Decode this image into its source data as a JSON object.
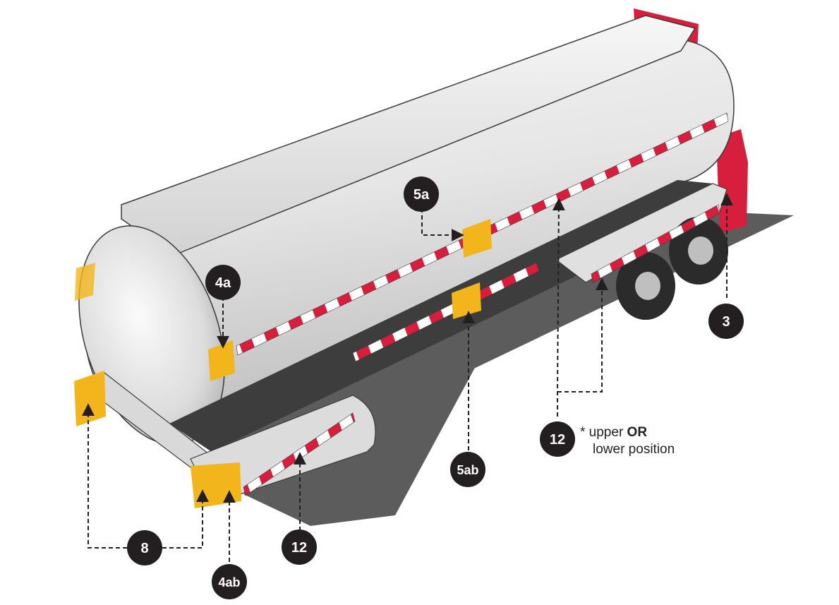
{
  "callouts": [
    {
      "label": "3"
    },
    {
      "label": "4a"
    },
    {
      "label": "4ab"
    },
    {
      "label": "5a"
    },
    {
      "label": "5ab"
    },
    {
      "label": "8"
    },
    {
      "label": "12"
    },
    {
      "label": "12"
    }
  ],
  "note": {
    "prefix": "* upper ",
    "emphasis": "OR",
    "line2": "lower position"
  },
  "colors": {
    "reflective_red": "#d71f3d",
    "reflective_yellow": "#f2b51c",
    "badge": "#231f20",
    "ground": "#5c5c5c"
  }
}
